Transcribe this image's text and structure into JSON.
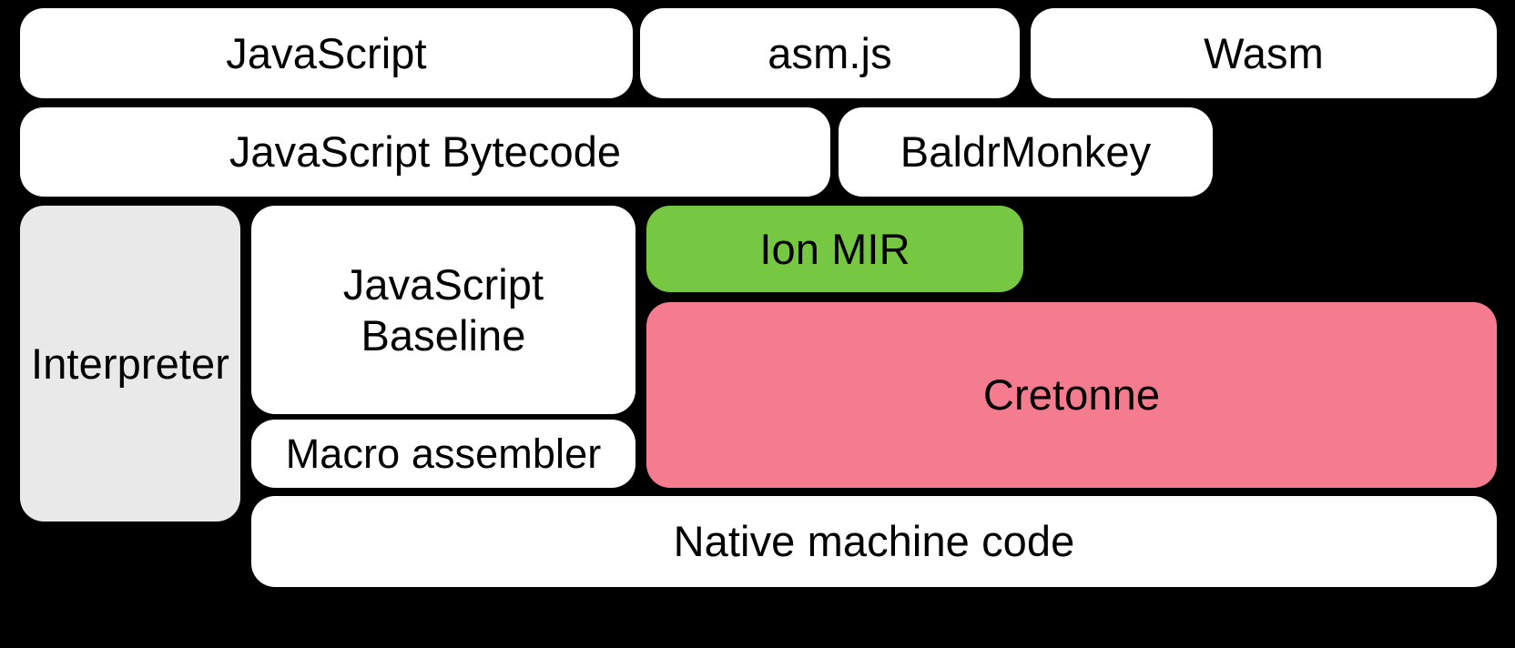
{
  "diagram": {
    "title": "SpiderMonkey compilation pipeline stack",
    "background_color": "#000000",
    "colors": {
      "white": "#ffffff",
      "gray": "#e9e9e9",
      "green": "#76c843",
      "pink": "#f57c8e",
      "text": "#000000"
    },
    "rows": [
      {
        "name": "source-languages",
        "boxes": [
          {
            "id": "javascript",
            "label": "JavaScript",
            "color": "#ffffff"
          },
          {
            "id": "asmjs",
            "label": "asm.js",
            "color": "#ffffff"
          },
          {
            "id": "wasm",
            "label": "Wasm",
            "color": "#ffffff"
          }
        ]
      },
      {
        "name": "intermediate-representations",
        "boxes": [
          {
            "id": "js_bytecode",
            "label": "JavaScript Bytecode",
            "color": "#ffffff"
          },
          {
            "id": "baldrmonkey",
            "label": "BaldrMonkey",
            "color": "#ffffff"
          }
        ]
      },
      {
        "name": "execution-tiers",
        "boxes": [
          {
            "id": "interpreter",
            "label": "Interpreter",
            "color": "#e9e9e9"
          },
          {
            "id": "js_baseline",
            "label": "JavaScript\nBaseline",
            "color": "#ffffff"
          },
          {
            "id": "macro_assembler",
            "label": "Macro assembler",
            "color": "#ffffff"
          },
          {
            "id": "ion_mir",
            "label": "Ion MIR",
            "color": "#76c843"
          },
          {
            "id": "cretonne",
            "label": "Cretonne",
            "color": "#f57c8e"
          }
        ]
      },
      {
        "name": "output",
        "boxes": [
          {
            "id": "native_code",
            "label": "Native machine code",
            "color": "#ffffff"
          }
        ]
      }
    ],
    "labels": {
      "javascript": "JavaScript",
      "asmjs": "asm.js",
      "wasm": "Wasm",
      "js_bytecode": "JavaScript Bytecode",
      "baldrmonkey": "BaldrMonkey",
      "interpreter": "Interpreter",
      "js_baseline": "JavaScript\nBaseline",
      "macro_assembler": "Macro assembler",
      "ion_mir": "Ion MIR",
      "cretonne": "Cretonne",
      "native_code": "Native machine code"
    }
  }
}
